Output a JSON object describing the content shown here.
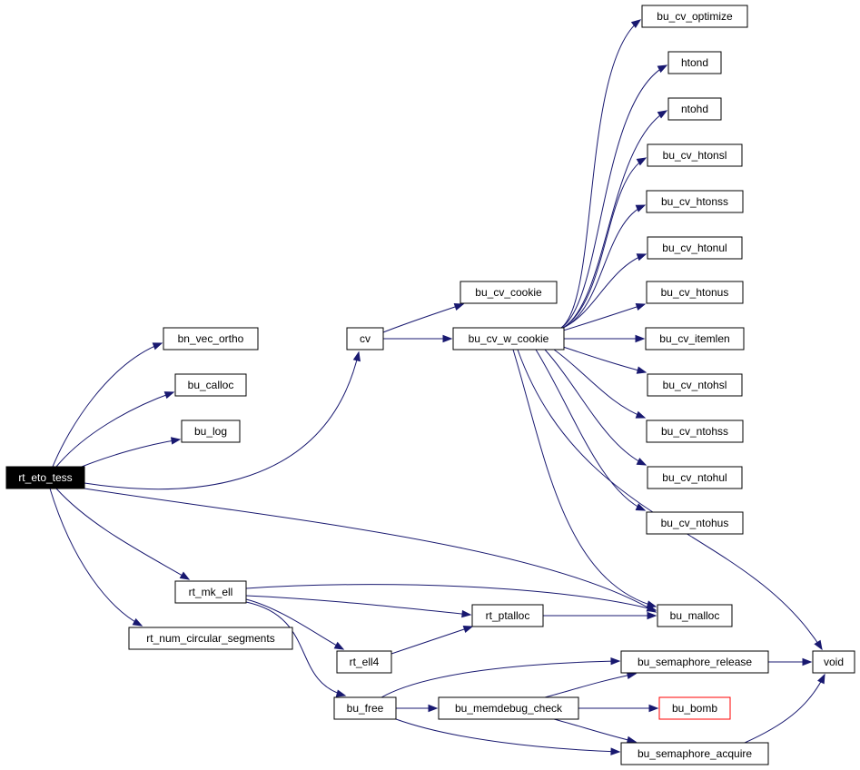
{
  "graph": {
    "colors": {
      "edge": "#191970",
      "root_fill": "#000000",
      "highlight_border": "#ff0000"
    },
    "nodes": [
      {
        "id": "rt_eto_tess",
        "label": "rt_eto_tess"
      },
      {
        "id": "bn_vec_ortho",
        "label": "bn_vec_ortho"
      },
      {
        "id": "bu_calloc",
        "label": "bu_calloc"
      },
      {
        "id": "bu_log",
        "label": "bu_log"
      },
      {
        "id": "cv",
        "label": "cv"
      },
      {
        "id": "bu_cv_cookie",
        "label": "bu_cv_cookie"
      },
      {
        "id": "bu_cv_w_cookie",
        "label": "bu_cv_w_cookie"
      },
      {
        "id": "bu_cv_optimize",
        "label": "bu_cv_optimize"
      },
      {
        "id": "htond",
        "label": "htond"
      },
      {
        "id": "ntohd",
        "label": "ntohd"
      },
      {
        "id": "bu_cv_htonsl",
        "label": "bu_cv_htonsl"
      },
      {
        "id": "bu_cv_htonss",
        "label": "bu_cv_htonss"
      },
      {
        "id": "bu_cv_htonul",
        "label": "bu_cv_htonul"
      },
      {
        "id": "bu_cv_htonus",
        "label": "bu_cv_htonus"
      },
      {
        "id": "bu_cv_itemlen",
        "label": "bu_cv_itemlen"
      },
      {
        "id": "bu_cv_ntohsl",
        "label": "bu_cv_ntohsl"
      },
      {
        "id": "bu_cv_ntohss",
        "label": "bu_cv_ntohss"
      },
      {
        "id": "bu_cv_ntohul",
        "label": "bu_cv_ntohul"
      },
      {
        "id": "bu_cv_ntohus",
        "label": "bu_cv_ntohus"
      },
      {
        "id": "rt_mk_ell",
        "label": "rt_mk_ell"
      },
      {
        "id": "rt_num_circular_segments",
        "label": "rt_num_circular_segments"
      },
      {
        "id": "bu_malloc",
        "label": "bu_malloc"
      },
      {
        "id": "rt_ptalloc",
        "label": "rt_ptalloc"
      },
      {
        "id": "rt_ell4",
        "label": "rt_ell4"
      },
      {
        "id": "bu_free",
        "label": "bu_free"
      },
      {
        "id": "bu_semaphore_release",
        "label": "bu_semaphore_release"
      },
      {
        "id": "void",
        "label": "void"
      },
      {
        "id": "bu_memdebug_check",
        "label": "bu_memdebug_check"
      },
      {
        "id": "bu_bomb",
        "label": "bu_bomb"
      },
      {
        "id": "bu_semaphore_acquire",
        "label": "bu_semaphore_acquire"
      }
    ],
    "edges": [
      {
        "from": "rt_eto_tess",
        "to": "bn_vec_ortho"
      },
      {
        "from": "rt_eto_tess",
        "to": "bu_calloc"
      },
      {
        "from": "rt_eto_tess",
        "to": "bu_log"
      },
      {
        "from": "rt_eto_tess",
        "to": "cv"
      },
      {
        "from": "rt_eto_tess",
        "to": "bu_malloc"
      },
      {
        "from": "rt_eto_tess",
        "to": "rt_mk_ell"
      },
      {
        "from": "rt_eto_tess",
        "to": "rt_num_circular_segments"
      },
      {
        "from": "cv",
        "to": "bu_cv_cookie"
      },
      {
        "from": "cv",
        "to": "bu_cv_w_cookie"
      },
      {
        "from": "bu_cv_w_cookie",
        "to": "bu_cv_optimize"
      },
      {
        "from": "bu_cv_w_cookie",
        "to": "htond"
      },
      {
        "from": "bu_cv_w_cookie",
        "to": "ntohd"
      },
      {
        "from": "bu_cv_w_cookie",
        "to": "bu_cv_htonsl"
      },
      {
        "from": "bu_cv_w_cookie",
        "to": "bu_cv_htonss"
      },
      {
        "from": "bu_cv_w_cookie",
        "to": "bu_cv_htonul"
      },
      {
        "from": "bu_cv_w_cookie",
        "to": "bu_cv_htonus"
      },
      {
        "from": "bu_cv_w_cookie",
        "to": "bu_cv_itemlen"
      },
      {
        "from": "bu_cv_w_cookie",
        "to": "bu_cv_ntohsl"
      },
      {
        "from": "bu_cv_w_cookie",
        "to": "bu_cv_ntohss"
      },
      {
        "from": "bu_cv_w_cookie",
        "to": "bu_cv_ntohul"
      },
      {
        "from": "bu_cv_w_cookie",
        "to": "bu_cv_ntohus"
      },
      {
        "from": "bu_cv_w_cookie",
        "to": "bu_malloc"
      },
      {
        "from": "bu_cv_w_cookie",
        "to": "void"
      },
      {
        "from": "rt_mk_ell",
        "to": "bu_malloc"
      },
      {
        "from": "rt_mk_ell",
        "to": "rt_ptalloc"
      },
      {
        "from": "rt_mk_ell",
        "to": "rt_ell4"
      },
      {
        "from": "rt_mk_ell",
        "to": "bu_free"
      },
      {
        "from": "rt_ell4",
        "to": "rt_ptalloc"
      },
      {
        "from": "rt_ptalloc",
        "to": "bu_malloc"
      },
      {
        "from": "bu_free",
        "to": "bu_semaphore_release"
      },
      {
        "from": "bu_free",
        "to": "bu_memdebug_check"
      },
      {
        "from": "bu_free",
        "to": "bu_semaphore_acquire"
      },
      {
        "from": "bu_memdebug_check",
        "to": "bu_semaphore_release"
      },
      {
        "from": "bu_memdebug_check",
        "to": "bu_bomb"
      },
      {
        "from": "bu_memdebug_check",
        "to": "bu_semaphore_acquire"
      },
      {
        "from": "bu_semaphore_release",
        "to": "void"
      },
      {
        "from": "bu_semaphore_acquire",
        "to": "void"
      }
    ]
  }
}
